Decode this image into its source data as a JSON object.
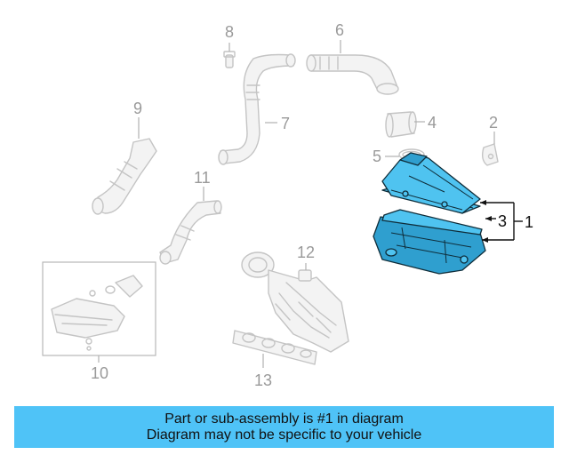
{
  "diagram": {
    "callouts": {
      "c1": "1",
      "c2": "2",
      "c3": "3",
      "c4": "4",
      "c5": "5",
      "c6": "6",
      "c7": "7",
      "c8": "8",
      "c9": "9",
      "c10": "10",
      "c11": "11",
      "c12": "12",
      "c13": "13"
    },
    "highlight_color": "#4fc3f0",
    "ghost_color": "#c4c4c4"
  },
  "banner": {
    "line1": "Part or sub-assembly is #1 in diagram",
    "line2": "Diagram may not be specific to your vehicle",
    "color": "#4fc3f7"
  }
}
